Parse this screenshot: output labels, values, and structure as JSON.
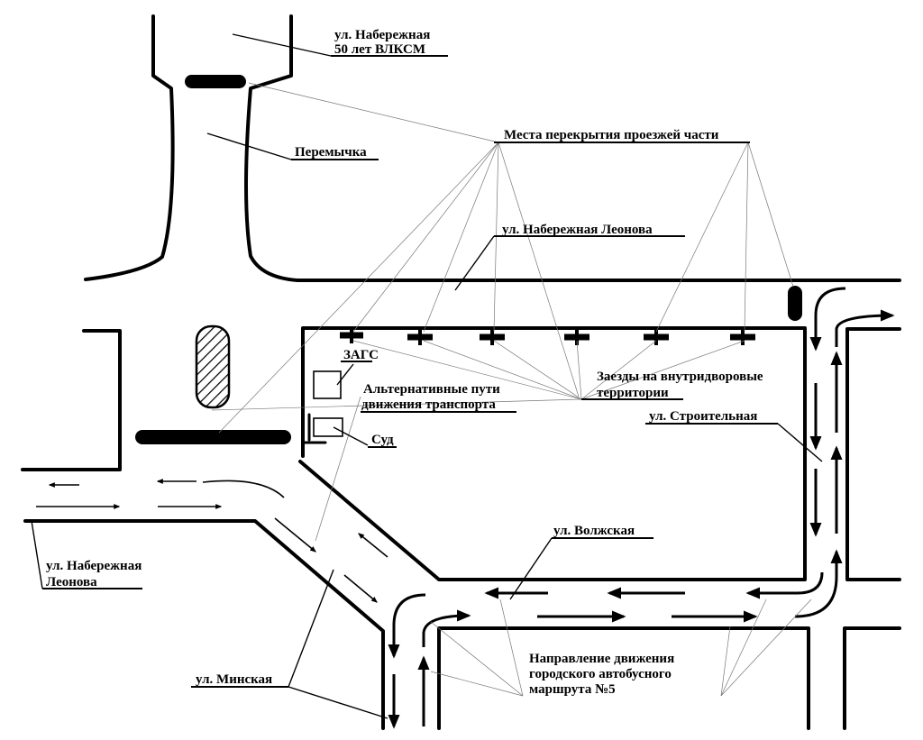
{
  "labels": {
    "naberezhnaya_50_line1": "ул. Набережная",
    "naberezhnaya_50_line2": "50 лет ВЛКСМ",
    "peremychka": "Перемычка",
    "closure_places": "Места перекрытия проезжей части",
    "naberezhnaya_leonova_top": "ул. Набережная Леонова",
    "zags": "ЗАГС",
    "alt_routes_line1": "Альтернативные пути",
    "alt_routes_line2": "движения транспорта",
    "sud": "Суд",
    "entrances_line1": "Заезды на внутридворовые",
    "entrances_line2": "территории",
    "stroitelnaya": "ул. Строительная",
    "volzhskaya": "ул. Волжская",
    "naberezhnaya_leonova_left_line1": "ул. Набережная",
    "naberezhnaya_leonova_left_line2": "Леонова",
    "minskaya": "ул. Минская",
    "bus_route_line1": "Направление движения",
    "bus_route_line2": "городского автобусного",
    "bus_route_line3": "маршрута №5"
  },
  "colors": {
    "ink": "#000000",
    "background": "#ffffff"
  }
}
